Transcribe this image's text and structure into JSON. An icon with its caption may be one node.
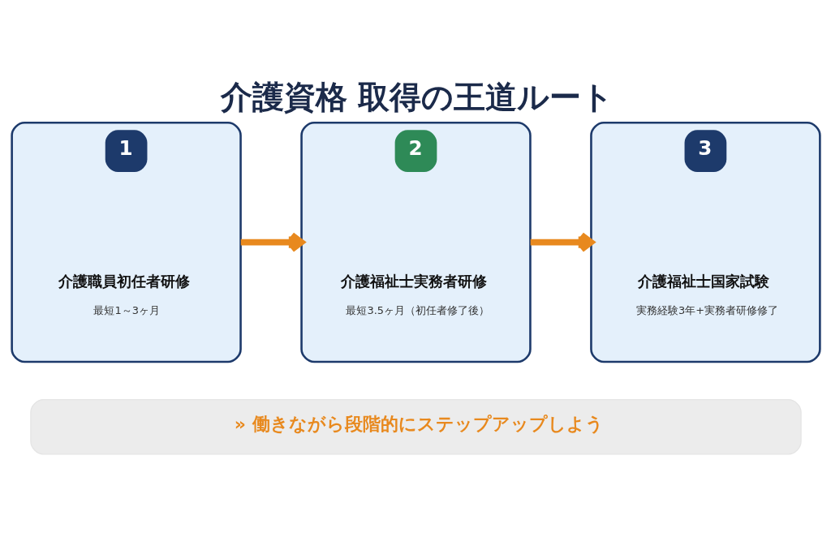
{
  "diagram": {
    "title": "介護資格 取得の王道ルート",
    "nodes": [
      {
        "text": [
          "1",
          "介護職員初任者研修",
          "最短1～3ヶ月"
        ]
      },
      {
        "text": [
          "2",
          "介護福祉士実務者研修",
          "最短3.5ヶ月（初任者修了後）"
        ]
      },
      {
        "text": [
          "3",
          "介護福祉士国家試験",
          "実務経験3年+実務者研修修了"
        ]
      },
      {
        "text": [
          "» 働きながら段階的にステップアップしよう"
        ]
      }
    ],
    "edges": [
      {
        "from": 0,
        "to": 1,
        "arrow": "to"
      },
      {
        "from": 1,
        "to": 2,
        "arrow": "to"
      }
    ]
  }
}
